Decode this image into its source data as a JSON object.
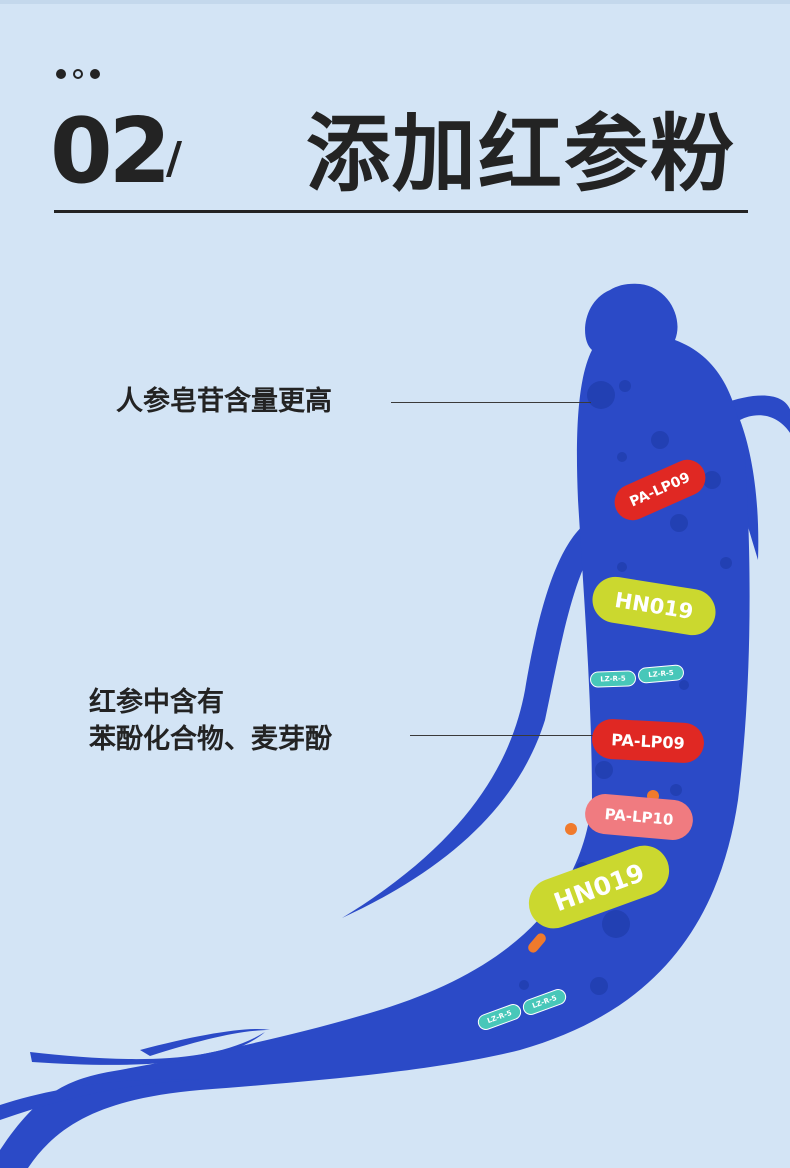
{
  "header": {
    "section_number": "02",
    "slash": "/",
    "title": "添加红参粉"
  },
  "callouts": [
    {
      "text": "人参皂苷含量更高"
    },
    {
      "line1": "红参中含有",
      "line2": "苯酚化合物、麦芽酚"
    }
  ],
  "probiotic_pills": [
    {
      "label": "PA-LP09",
      "color": "#e02823"
    },
    {
      "label": "HN019",
      "color": "#cbd82f"
    },
    {
      "label": "LZ-R-5",
      "color": "#48c7b9"
    },
    {
      "label": "LZ-R-5",
      "color": "#48c7b9"
    },
    {
      "label": "PA-LP09",
      "color": "#e02823"
    },
    {
      "label": "PA-LP10",
      "color": "#f07b80"
    },
    {
      "label": "HN019",
      "color": "#cbd82f"
    },
    {
      "label": "LZ-R-5",
      "color": "#48c7b9"
    },
    {
      "label": "LZ-R-5",
      "color": "#48c7b9"
    }
  ],
  "colors": {
    "background": "#d3e4f5",
    "root": "#2b4ac7",
    "root_dots": "#2240b3",
    "text": "#232323"
  },
  "icons": {
    "header_dots": "three-dots-icon",
    "illustration": "ginseng-root-illustration"
  }
}
